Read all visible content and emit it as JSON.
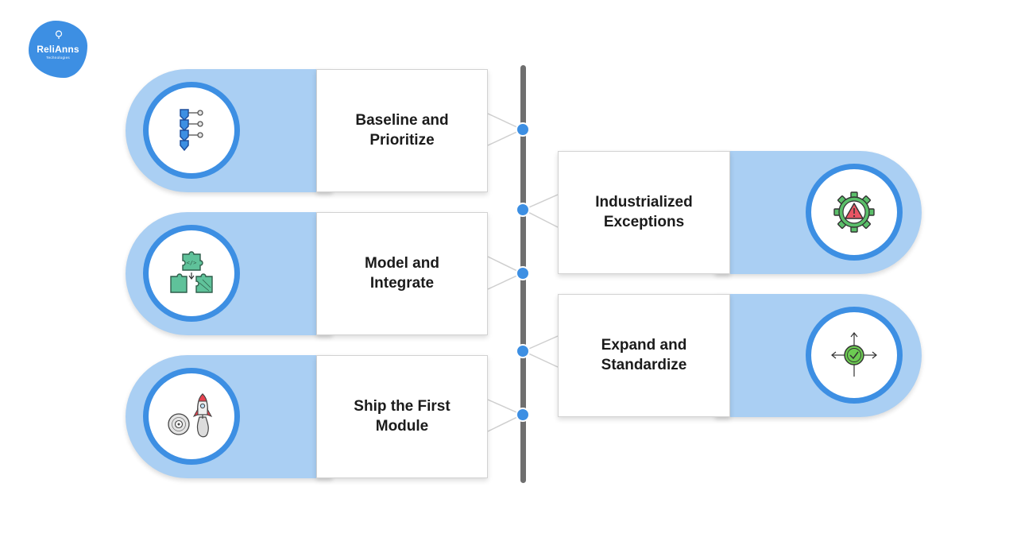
{
  "logo": {
    "wordmark": "ReliAnns",
    "tagline": "Technologies",
    "color": "#3d8fe3"
  },
  "colors": {
    "accent": "#3d8fe3",
    "pill_fill": "#aacff3",
    "timeline": "#6f6f6f"
  },
  "steps": [
    {
      "label": "Baseline and\nPrioritize",
      "icon": "stacked-arrows-checklist-icon",
      "side": "left"
    },
    {
      "label": "Industrialized\nExceptions",
      "icon": "warning-gear-icon",
      "side": "right"
    },
    {
      "label": "Model and\nIntegrate",
      "icon": "puzzle-pieces-icon",
      "side": "left"
    },
    {
      "label": "Expand and\nStandardize",
      "icon": "expand-arrows-check-icon",
      "side": "right"
    },
    {
      "label": "Ship the First\nModule",
      "icon": "rocket-disc-icon",
      "side": "left"
    }
  ]
}
